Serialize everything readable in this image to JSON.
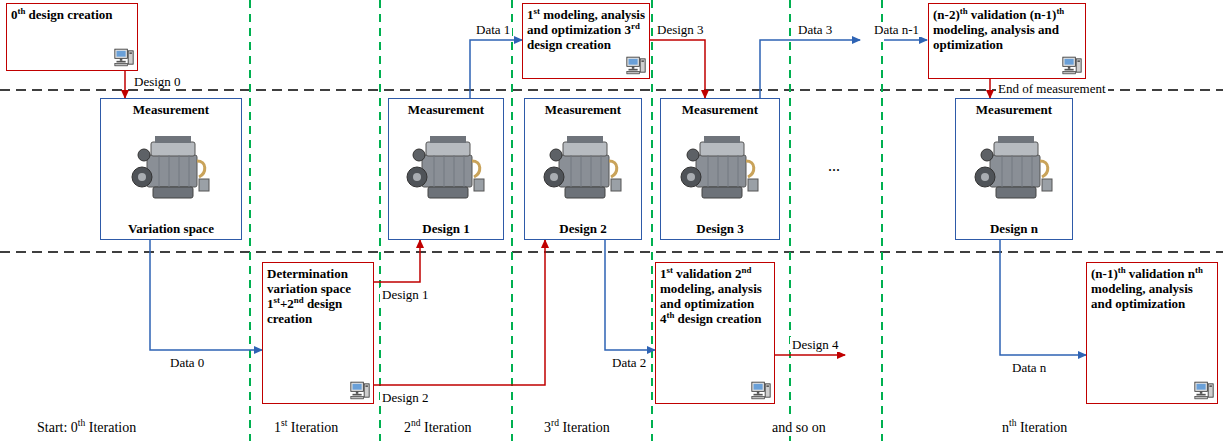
{
  "diagram": {
    "nodes": [
      {
        "text": [
          "0th design creation"
        ]
      },
      {
        "text": [
          "Measurement",
          "Variation space"
        ]
      },
      {
        "text": [
          "Determination variation space 1st+2nd design creation"
        ]
      },
      {
        "text": [
          "Measurement",
          "Design 1"
        ]
      },
      {
        "text": [
          "1st modeling, analysis and optimization 3rd design creation"
        ]
      },
      {
        "text": [
          "Measurement",
          "Design 2"
        ]
      },
      {
        "text": [
          "1st validation 2nd modeling, analysis and optimization 4th design creation"
        ]
      },
      {
        "text": [
          "Measurement",
          "Design 3"
        ]
      },
      {
        "text": [
          "(n-2)th validation (n-1)th modeling, analysis and optimization"
        ]
      },
      {
        "text": [
          "Measurement",
          "Design n"
        ]
      },
      {
        "text": [
          "(n-1)th validation nth modeling, analysis and optimization"
        ]
      }
    ],
    "edges": [
      {
        "from": 0,
        "to": 1,
        "label": "Design 0",
        "arrow": "to"
      },
      {
        "from": 1,
        "to": 2,
        "label": "Data 0",
        "arrow": "to"
      },
      {
        "from": 2,
        "to": 3,
        "label": "Design 1",
        "arrow": "to"
      },
      {
        "from": 3,
        "to": 4,
        "label": "Data 1",
        "arrow": "to"
      },
      {
        "from": 2,
        "to": 5,
        "label": "Design 2",
        "arrow": "to"
      },
      {
        "from": 4,
        "to": 7,
        "label": "Design 3",
        "arrow": "to"
      },
      {
        "from": 5,
        "to": 6,
        "label": "Data 2",
        "arrow": "to"
      },
      {
        "from": 8,
        "to": 9,
        "label": "End of measurement",
        "arrow": "to"
      },
      {
        "from": 9,
        "to": 10,
        "label": "Data n",
        "arrow": "to"
      }
    ],
    "labels": [
      "Data 3",
      "Data n-1",
      "Design 4",
      "...",
      "Start: 0th Iteration",
      "1st Iteration",
      "2nd Iteration",
      "3rd Iteration",
      "and so on",
      "nth Iteration"
    ]
  }
}
